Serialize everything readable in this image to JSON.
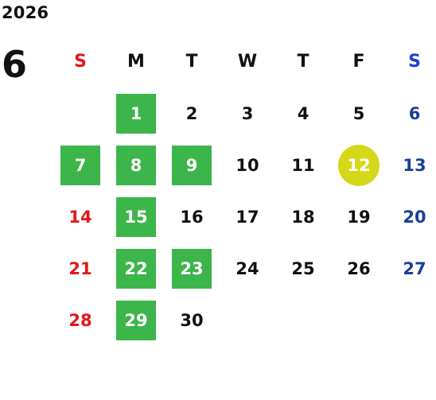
{
  "calendar": {
    "year": "2026",
    "month": "6",
    "weekdays": [
      "S",
      "M",
      "T",
      "W",
      "T",
      "F",
      "S"
    ],
    "leading_blanks": 1,
    "days": [
      {
        "day": "1",
        "mark": "green"
      },
      {
        "day": "2",
        "mark": ""
      },
      {
        "day": "3",
        "mark": ""
      },
      {
        "day": "4",
        "mark": ""
      },
      {
        "day": "5",
        "mark": ""
      },
      {
        "day": "6",
        "mark": ""
      },
      {
        "day": "7",
        "mark": "green"
      },
      {
        "day": "8",
        "mark": "green"
      },
      {
        "day": "9",
        "mark": "green"
      },
      {
        "day": "10",
        "mark": ""
      },
      {
        "day": "11",
        "mark": ""
      },
      {
        "day": "12",
        "mark": "today"
      },
      {
        "day": "13",
        "mark": ""
      },
      {
        "day": "14",
        "mark": ""
      },
      {
        "day": "15",
        "mark": "green"
      },
      {
        "day": "16",
        "mark": ""
      },
      {
        "day": "17",
        "mark": ""
      },
      {
        "day": "18",
        "mark": ""
      },
      {
        "day": "19",
        "mark": ""
      },
      {
        "day": "20",
        "mark": ""
      },
      {
        "day": "21",
        "mark": ""
      },
      {
        "day": "22",
        "mark": "green"
      },
      {
        "day": "23",
        "mark": "green"
      },
      {
        "day": "24",
        "mark": ""
      },
      {
        "day": "25",
        "mark": ""
      },
      {
        "day": "26",
        "mark": ""
      },
      {
        "day": "27",
        "mark": ""
      },
      {
        "day": "28",
        "mark": ""
      },
      {
        "day": "29",
        "mark": "green"
      },
      {
        "day": "30",
        "mark": ""
      }
    ]
  },
  "colors": {
    "sunday_text": "#e01818",
    "saturday_text": "#1a3f99",
    "highlight_green": "#3cb54b",
    "today_circle": "#d4d818",
    "default_text": "#111111"
  },
  "icons": {
    "green_marker": "square-marker",
    "today_marker": "circle-marker"
  }
}
